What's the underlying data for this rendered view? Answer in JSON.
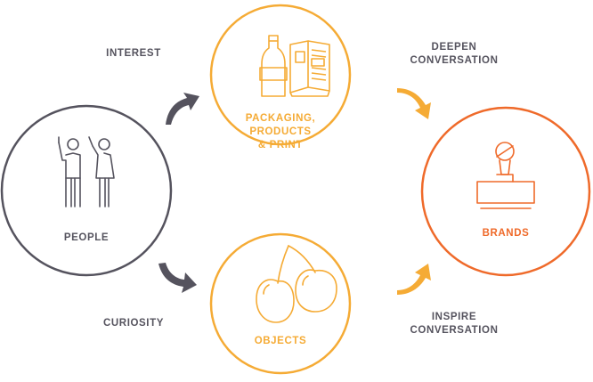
{
  "colors": {
    "people": "#55535e",
    "packaging": "#f5ab35",
    "objects": "#f5ab35",
    "brands": "#ef6a2a",
    "arrow_gray": "#55535e",
    "arrow_yellow": "#f5ab35"
  },
  "nodes": {
    "people": {
      "label": "PEOPLE",
      "icon": "people-icon"
    },
    "packaging": {
      "line1": "PACKAGING,",
      "line2": "PRODUCTS",
      "line3": "& PRINT",
      "icon": "bottle-magazine-icon"
    },
    "objects": {
      "label": "OBJECTS",
      "icon": "cherries-icon"
    },
    "brands": {
      "label": "BRANDS",
      "icon": "stamp-icon"
    }
  },
  "edges": {
    "interest": {
      "label": "INTEREST"
    },
    "curiosity": {
      "label": "CURIOSITY"
    },
    "deepen": {
      "line1": "DEEPEN",
      "line2": "CONVERSATION"
    },
    "inspire": {
      "line1": "INSPIRE",
      "line2": "CONVERSATION"
    }
  }
}
